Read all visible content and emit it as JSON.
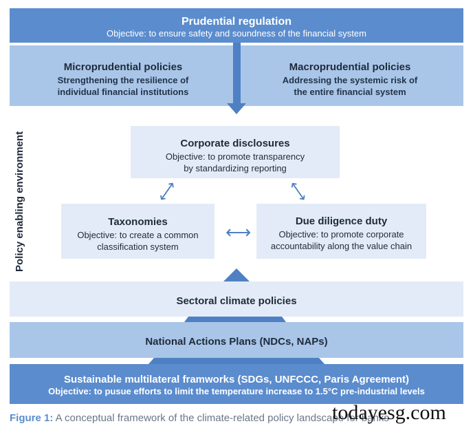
{
  "prudential": {
    "title": "Prudential regulation",
    "objective": "Objective: to ensure safety and soundness of the financial system"
  },
  "micro": {
    "title": "Microprudential policies",
    "line1": "Strengthening the resilience of",
    "line2": "individual financial institutions"
  },
  "macro": {
    "title": "Macroprudential policies",
    "line1": "Addressing the systemic risk of",
    "line2": "the entire financial system"
  },
  "side_label": "Policy enabling environment",
  "disclosures": {
    "title": "Corporate disclosures",
    "line1": "Objective: to promote transparency",
    "line2": "by standardizing reporting"
  },
  "taxonomies": {
    "title": "Taxonomies",
    "line1": "Objective: to create a common",
    "line2": "classification system"
  },
  "due_diligence": {
    "title": "Due diligence duty",
    "line1": "Objective: to promote corporate",
    "line2": "accountability along the value chain"
  },
  "sectoral": {
    "title": "Sectoral climate policies"
  },
  "national": {
    "title": "National Actions Plans (NDCs, NAPs)"
  },
  "multilateral": {
    "title": "Sustainable multilateral framworks (SDGs, UNFCCC, Paris Agreement)",
    "objective": "Objective: to pusue efforts to limit the temperature increase to 1.5°C pre-industrial levels"
  },
  "caption": {
    "label": "Figure 1:",
    "text": " A conceptual framework of the climate-related policy landscape for banks"
  },
  "watermark": "todayesg.com",
  "colors": {
    "dark_blue": "#5b8ccd",
    "mid_blue": "#a9c6e9",
    "light_blue": "#e2ebf7",
    "arrow_blue": "#4f80c3"
  }
}
